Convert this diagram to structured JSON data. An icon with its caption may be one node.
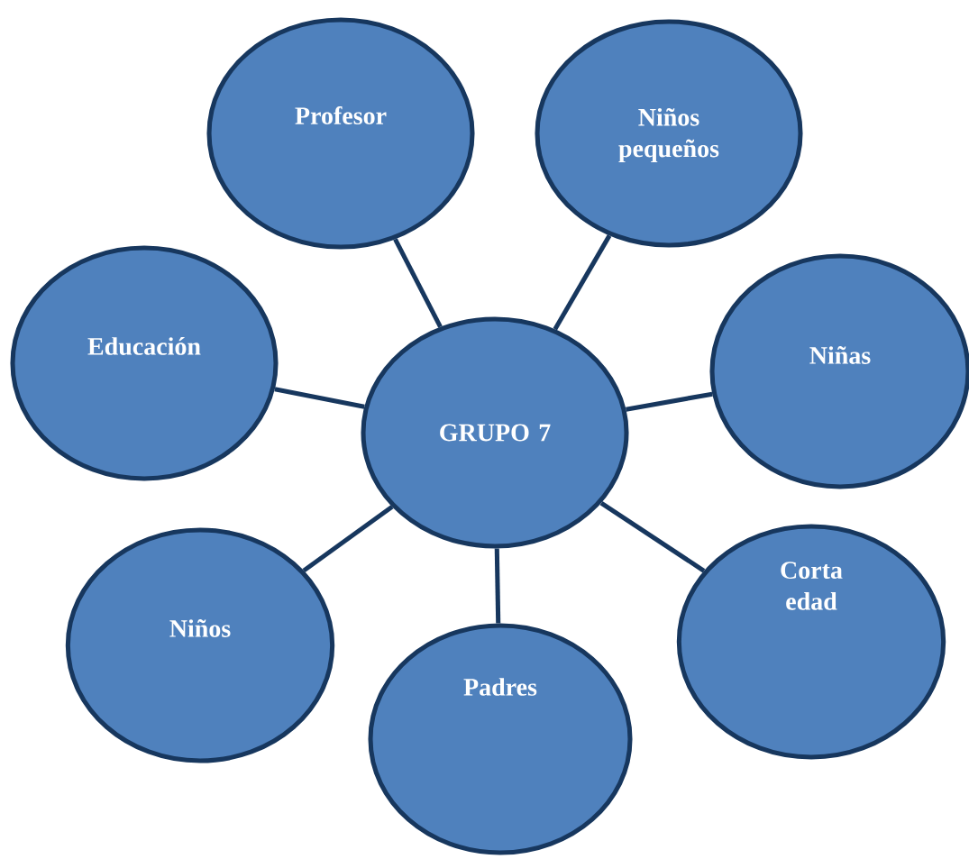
{
  "diagram": {
    "nodes": [
      {
        "text": [
          "Profesor"
        ]
      },
      {
        "text": [
          "Niños pequeños"
        ]
      },
      {
        "text": [
          "Educación"
        ]
      },
      {
        "text": [
          "GRUPO 7"
        ]
      },
      {
        "text": [
          "Niñas"
        ]
      },
      {
        "text": [
          "Corta edad"
        ]
      },
      {
        "text": [
          "Niños"
        ]
      },
      {
        "text": [
          "Padres"
        ]
      }
    ],
    "edges": [
      {
        "from": 3,
        "to": 0,
        "arrow": "none"
      },
      {
        "from": 3,
        "to": 1,
        "arrow": "none"
      },
      {
        "from": 3,
        "to": 2,
        "arrow": "none"
      },
      {
        "from": 3,
        "to": 4,
        "arrow": "none"
      },
      {
        "from": 3,
        "to": 5,
        "arrow": "none"
      },
      {
        "from": 3,
        "to": 6,
        "arrow": "none"
      },
      {
        "from": 3,
        "to": 7,
        "arrow": "none"
      }
    ]
  }
}
